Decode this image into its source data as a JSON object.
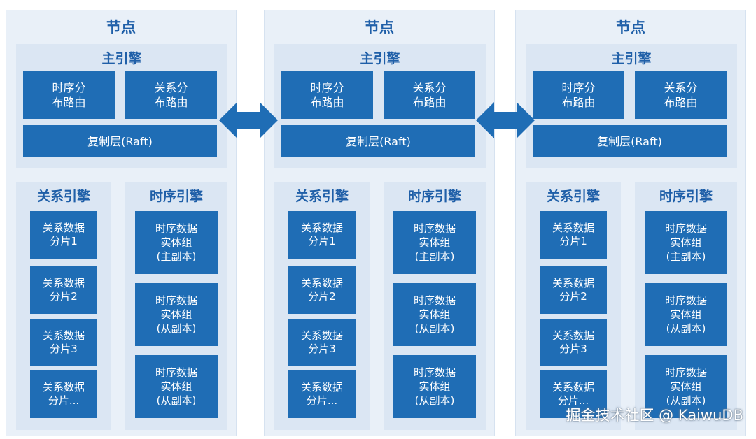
{
  "nodes": [
    {
      "title": "节点",
      "main_engine": {
        "title": "主引擎",
        "ts_route": "时序分\n布路由",
        "rel_route": "关系分\n布路由",
        "replication": "复制层(Raft)"
      },
      "relational_engine": {
        "title": "关系引擎",
        "shards": [
          "关系数据\n分片1",
          "关系数据\n分片2",
          "关系数据\n分片3",
          "关系数据\n分片..."
        ]
      },
      "timeseries_engine": {
        "title": "时序引擎",
        "groups": [
          "时序数据\n实体组\n(主副本)",
          "时序数据\n实体组\n(从副本)",
          "时序数据\n实体组\n(从副本)"
        ]
      }
    },
    {
      "title": "节点",
      "main_engine": {
        "title": "主引擎",
        "ts_route": "时序分\n布路由",
        "rel_route": "关系分\n布路由",
        "replication": "复制层(Raft)"
      },
      "relational_engine": {
        "title": "关系引擎",
        "shards": [
          "关系数据\n分片1",
          "关系数据\n分片2",
          "关系数据\n分片3",
          "关系数据\n分片..."
        ]
      },
      "timeseries_engine": {
        "title": "时序引擎",
        "groups": [
          "时序数据\n实体组\n(主副本)",
          "时序数据\n实体组\n(从副本)",
          "时序数据\n实体组\n(从副本)"
        ]
      }
    },
    {
      "title": "节点",
      "main_engine": {
        "title": "主引擎",
        "ts_route": "时序分\n布路由",
        "rel_route": "关系分\n布路由",
        "replication": "复制层(Raft)"
      },
      "relational_engine": {
        "title": "关系引擎",
        "shards": [
          "关系数据\n分片1",
          "关系数据\n分片2",
          "关系数据\n分片3",
          "关系数据\n分片..."
        ]
      },
      "timeseries_engine": {
        "title": "时序引擎",
        "groups": [
          "时序数据\n实体组\n(主副本)",
          "时序数据\n实体组\n(从副本)",
          "时序数据\n实体组\n(从副本)"
        ]
      }
    }
  ],
  "watermark": "掘金技术社区 @ KaiwuDB",
  "colors": {
    "box": "#1f6db5",
    "title": "#1f5fa8",
    "node_bg": "#e9f0f8",
    "panel_bg": "#dbe6f3"
  }
}
